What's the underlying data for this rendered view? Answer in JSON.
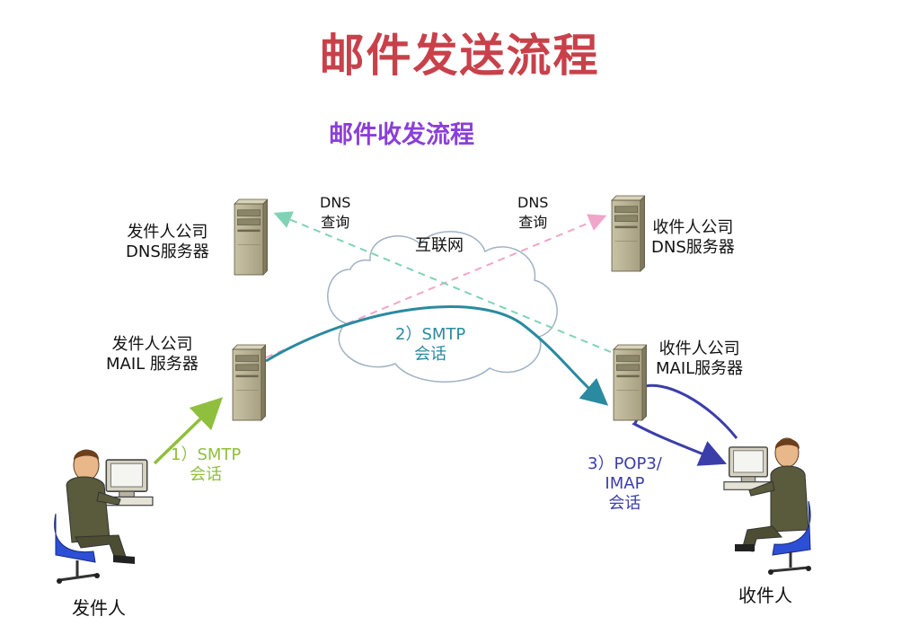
{
  "title": "邮件发送流程",
  "subtitle": "邮件收发流程",
  "internet_label": "互联网",
  "dns_query_left": [
    "DNS",
    "查询"
  ],
  "dns_query_right": [
    "DNS",
    "查询"
  ],
  "sender_dns": [
    "发件人公司",
    "DNS服务器"
  ],
  "receiver_dns": [
    "收件人公司",
    "DNS服务器"
  ],
  "sender_mail": [
    "发件人公司",
    "MAIL 服务器"
  ],
  "receiver_mail": [
    "收件人公司",
    "MAIL服务器"
  ],
  "step1": [
    "1）SMTP",
    "会话"
  ],
  "step2": [
    "2）SMTP",
    "会话"
  ],
  "step3": [
    "3）POP3/",
    "IMAP",
    "会话"
  ],
  "sender": "发件人",
  "receiver": "收件人",
  "colors": {
    "title": "#c8414a",
    "subtitle": "#8a3fd9",
    "smtp1": "#8fbf3c",
    "smtp2": "#2a8aa0",
    "pop3": "#3b3ea8",
    "dns_sender": "#7fd3b4",
    "dns_receiver": "#f0a6c8"
  }
}
